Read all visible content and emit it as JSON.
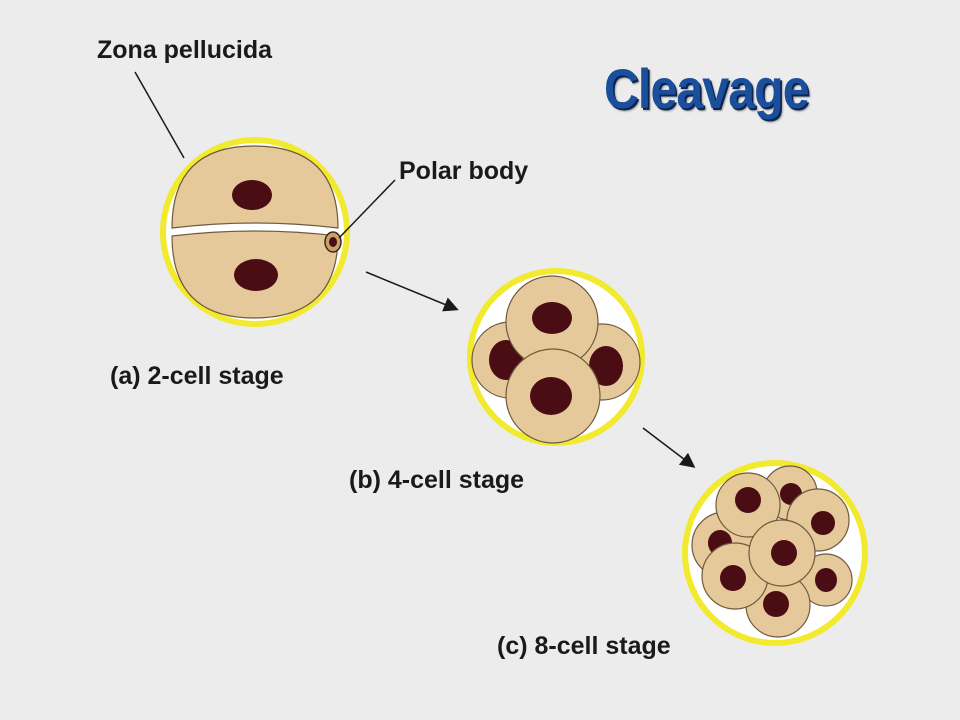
{
  "title": "Cleavage",
  "labels": {
    "zona_pellucida": "Zona pellucida",
    "polar_body": "Polar body",
    "stage_a": "(a) 2-cell stage",
    "stage_b": "(b) 4-cell stage",
    "stage_c": "(c) 8-cell stage"
  },
  "colors": {
    "background": "#ececec",
    "zona": "#f1ea2e",
    "cytoplasm": "#e6c99a",
    "nucleus": "#4a0d14",
    "outline": "#6e5a3e",
    "title": "#1b4f9c"
  }
}
